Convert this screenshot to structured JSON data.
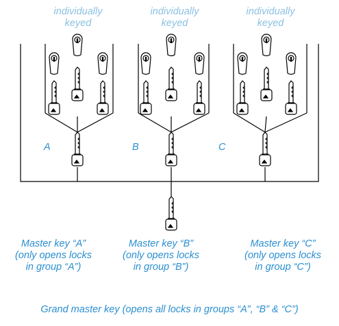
{
  "groups": [
    {
      "key_letter": "A",
      "label_line1": "individually",
      "label_line2": "keyed",
      "master_line1": "Master key “A”",
      "master_line2": "(only opens locks",
      "master_line3": "in group “A”)"
    },
    {
      "key_letter": "B",
      "label_line1": "individually",
      "label_line2": "keyed",
      "master_line1": "Master key “B”",
      "master_line2": "(only opens locks",
      "master_line3": "in group “B”)"
    },
    {
      "key_letter": "C",
      "label_line1": "individually",
      "label_line2": "keyed",
      "master_line1": "Master key “C”",
      "master_line2": "(only opens locks",
      "master_line3": "in group “C”)"
    }
  ],
  "grand_master": "Grand master key (opens all locks in groups “A”, “B” & “C”)",
  "colors": {
    "label_light": "#8cc1e3",
    "label_dark": "#2b8fd0",
    "line": "#000000"
  }
}
